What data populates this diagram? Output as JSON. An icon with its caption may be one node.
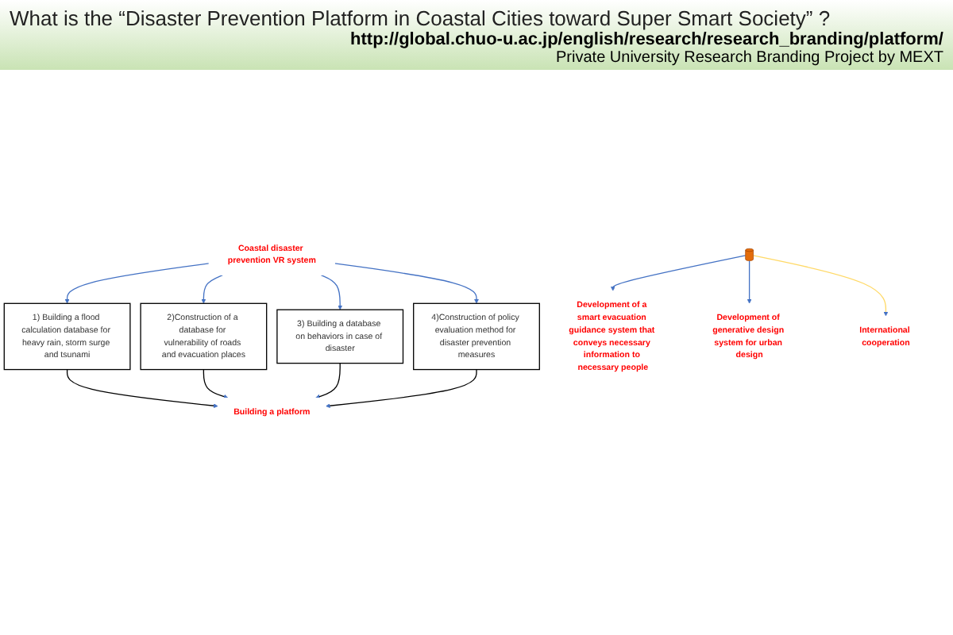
{
  "diagram": {
    "title": "What is the “Disaster Prevention Platform in Coastal Cities toward Super Smart Society” ?",
    "nodes": [
      {
        "text": [
          "1) Building a flood calculation database for heavy rain, storm surge and tsunami"
        ]
      },
      {
        "text": [
          "2)Construction of a database for vulnerability of roads and evacuation places"
        ]
      },
      {
        "text": [
          "3) Building a database on behaviors in case of disaster"
        ]
      },
      {
        "text": [
          "4)Construction of policy evaluation method for disaster prevention measures"
        ]
      },
      {
        "text": [
          "Building a platform"
        ]
      },
      {
        "text": [
          "Coastal disaster prevention VR system"
        ]
      },
      {
        "text": [],
        "shape": "cylinder"
      },
      {
        "text": [
          "Development of a smart evacuation guidance system that conveys necessary information to necessary people"
        ]
      },
      {
        "text": [
          "Development of generative design system for urban design"
        ]
      },
      {
        "text": [
          "International cooperation"
        ]
      }
    ],
    "edges": [
      {
        "from": 0,
        "to": 4,
        "arrow": "to",
        "color": "#000000"
      },
      {
        "from": 1,
        "to": 4,
        "arrow": "to",
        "color": "#000000"
      },
      {
        "from": 2,
        "to": 4,
        "arrow": "to",
        "color": "#000000"
      },
      {
        "from": 3,
        "to": 4,
        "arrow": "to",
        "color": "#000000"
      },
      {
        "from": 5,
        "to": 0,
        "arrow": "to"
      },
      {
        "from": 5,
        "to": 1,
        "arrow": "to"
      },
      {
        "from": 5,
        "to": 2,
        "arrow": "to"
      },
      {
        "from": 5,
        "to": 3,
        "arrow": "to"
      },
      {
        "from": 6,
        "to": 7,
        "arrow": "to"
      },
      {
        "from": 6,
        "to": 8,
        "arrow": "to"
      },
      {
        "from": 6,
        "to": 9,
        "arrow": "to",
        "color": "#ffd966"
      }
    ],
    "labels": [
      "http://global.chuo-u.ac.jp/english/research/research_branding/platform/",
      "Private University Research Branding Project by MEXT"
    ]
  }
}
